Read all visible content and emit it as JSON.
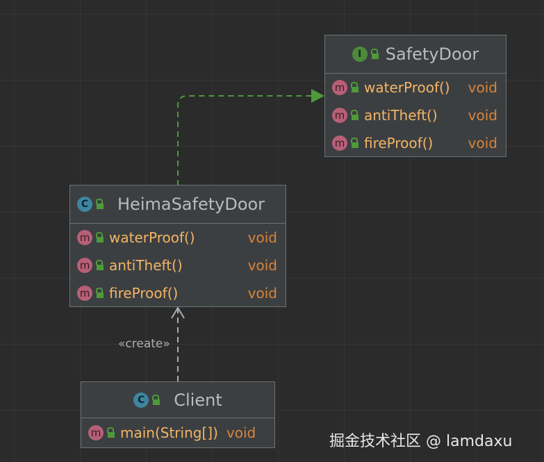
{
  "diagram": {
    "interface": {
      "kind_badge": "I",
      "name": "SafetyDoor",
      "methods": [
        {
          "badge": "m",
          "name": "waterProof()",
          "type": "void"
        },
        {
          "badge": "m",
          "name": "antiTheft()",
          "type": "void"
        },
        {
          "badge": "m",
          "name": "fireProof()",
          "type": "void"
        }
      ]
    },
    "impl_class": {
      "kind_badge": "C",
      "name": "HeimaSafetyDoor",
      "methods": [
        {
          "badge": "m",
          "name": "waterProof()",
          "type": "void"
        },
        {
          "badge": "m",
          "name": "antiTheft()",
          "type": "void"
        },
        {
          "badge": "m",
          "name": "fireProof()",
          "type": "void"
        }
      ]
    },
    "client": {
      "kind_badge": "C",
      "name": "Client",
      "methods": [
        {
          "badge": "m",
          "name": "main(String[])",
          "type": "void"
        }
      ]
    },
    "relations": {
      "realization_color": "#4e9a3a",
      "dependency_label": "«create»"
    },
    "watermark": "掘金技术社区 @ lamdaxu"
  },
  "colors": {
    "background": "#2b2b2b",
    "node_bg": "#3c3f41",
    "method_text": "#f2b566",
    "type_text": "#d9843a",
    "class_name": "#b9bcbf"
  }
}
